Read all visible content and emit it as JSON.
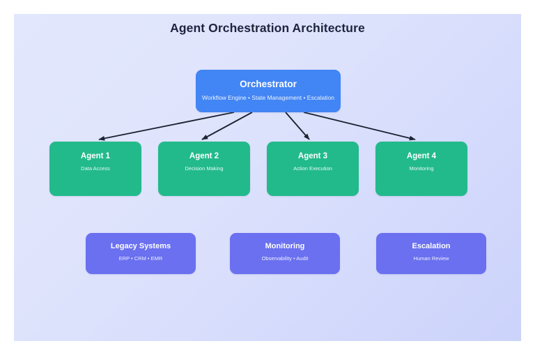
{
  "diagram": {
    "title": "Agent Orchestration Architecture",
    "background_from": "#e2e7fd",
    "background_to": "#ccd3fb",
    "title_color": "#1e2340"
  },
  "orchestrator": {
    "title": "Orchestrator",
    "subtitle": "Workflow Engine • State Management • Escalation",
    "color": "#4285f4"
  },
  "agents": {
    "color": "#22ba8b",
    "items": [
      {
        "title": "Agent 1",
        "subtitle": "Data Access"
      },
      {
        "title": "Agent 2",
        "subtitle": "Decision Making"
      },
      {
        "title": "Agent 3",
        "subtitle": "Action Execution"
      },
      {
        "title": "Agent 4",
        "subtitle": "Monitoring"
      }
    ]
  },
  "support": {
    "color": "#6a70ef",
    "items": [
      {
        "title": "Legacy Systems",
        "subtitle": "ERP • CRM • EMR"
      },
      {
        "title": "Monitoring",
        "subtitle": "Observability • Audit"
      },
      {
        "title": "Escalation",
        "subtitle": "Human Review"
      }
    ]
  },
  "edges": {
    "color": "#1c2333",
    "connections": [
      {
        "from": "orchestrator",
        "to": "Agent 1"
      },
      {
        "from": "orchestrator",
        "to": "Agent 2"
      },
      {
        "from": "orchestrator",
        "to": "Agent 3"
      },
      {
        "from": "orchestrator",
        "to": "Agent 4"
      }
    ]
  }
}
